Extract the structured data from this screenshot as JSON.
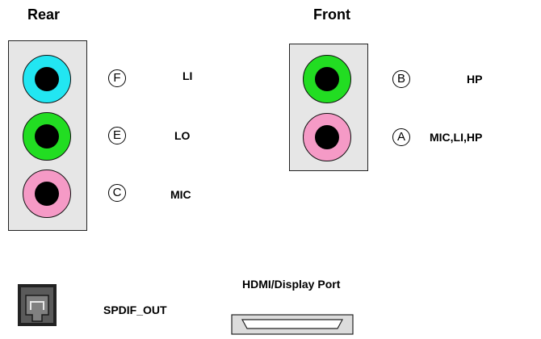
{
  "rear": {
    "title": "Rear",
    "jacks": [
      {
        "letter": "F",
        "label": "LI",
        "color": "#22e6f2"
      },
      {
        "letter": "E",
        "label": "LO",
        "color": "#22dd22"
      },
      {
        "letter": "C",
        "label": "MIC",
        "color": "#f59ac6"
      }
    ]
  },
  "front": {
    "title": "Front",
    "jacks": [
      {
        "letter": "B",
        "label": "HP",
        "color": "#22dd22"
      },
      {
        "letter": "A",
        "label": "MIC,LI,HP",
        "color": "#f59ac6"
      }
    ]
  },
  "spdif": {
    "label": "SPDIF_OUT",
    "icon": "optical-port-icon"
  },
  "hdmi": {
    "label": "HDMI/Display Port",
    "icon": "hdmi-port-icon"
  }
}
